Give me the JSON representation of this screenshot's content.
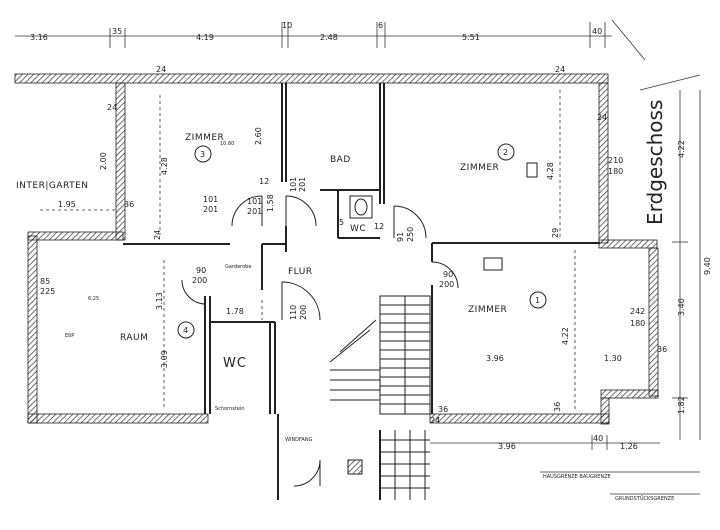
{
  "title": "Erdgeschoss",
  "dims_top": [
    "3.16",
    "35",
    "4.19",
    "10",
    "2.48",
    "6",
    "5.51",
    "40"
  ],
  "dims_bottom": [
    "3.96",
    "40",
    "1.26"
  ],
  "dim_marks": [
    "24",
    "24",
    "24",
    "24",
    "24",
    "24",
    "36",
    "29",
    "36",
    "36",
    "36",
    "4.28",
    "4.28",
    "2.00",
    "1.95",
    "2.60",
    "1.58",
    "3.13",
    "3.09",
    "4.22",
    "4.22",
    "3.96",
    "1.30",
    "9.40",
    "3.40",
    "1.82",
    "12",
    "5",
    "12",
    "1.78",
    "6.25"
  ],
  "rooms": {
    "wintergarten": "INTER|GARTEN",
    "zimmer3": "ZIMMER",
    "bad": "BAD",
    "zimmer2": "ZIMMER",
    "wc_small": "WC",
    "flur": "FLUR",
    "zimmer1": "ZIMMER",
    "raum4": "RAUM",
    "raum4_prefix": "EßP",
    "wc_large": "WC",
    "windfang": "WINDFANG"
  },
  "circle_numbers": [
    "1",
    "2",
    "3",
    "4"
  ],
  "door_labels": [
    {
      "top": "101",
      "bottom": "201"
    },
    {
      "top": "101",
      "bottom": "201"
    },
    {
      "top": "101",
      "bottom": "201"
    },
    {
      "top": "90",
      "bottom": "200"
    },
    {
      "top": "90",
      "bottom": "200"
    },
    {
      "top": "110",
      "bottom": "200"
    },
    {
      "top": "91",
      "bottom": "250"
    },
    {
      "top": "210",
      "bottom": "180"
    },
    {
      "top": "242",
      "bottom": "180"
    },
    {
      "top": "85",
      "bottom": "225"
    }
  ],
  "annotations": {
    "garderobe": "Garderobe",
    "schornstein": "Schornstein",
    "baugrenze": "HAUSGRENZE BAUGRENZE",
    "grundstuecksgrenze": "GRUNDSTÜCKSGRENZE",
    "room_area_small": "10.60"
  }
}
